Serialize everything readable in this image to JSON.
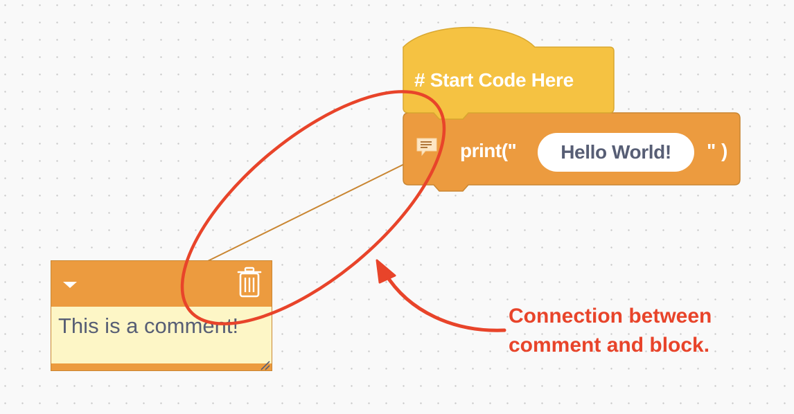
{
  "hat_block": {
    "label": "# Start Code Here",
    "color": "#f5c242",
    "border_color": "#d9a830"
  },
  "print_block": {
    "prefix": "print(\"",
    "string_value": "Hello World!",
    "suffix": "\" )",
    "color": "#ec9b3f",
    "border_color": "#c98632",
    "comment_icon": "comment-icon"
  },
  "comment": {
    "text": "This is a comment!",
    "minimize_icon": "caret-down-icon",
    "delete_icon": "trash-icon",
    "resize_icon": "resize-handle-icon",
    "header_color": "#ec9b3f",
    "body_color": "#fdf6c6"
  },
  "annotation": {
    "line1": "Connection between",
    "line2": "comment and block.",
    "color": "#e8442a"
  },
  "connection_line_color": "#c98632"
}
